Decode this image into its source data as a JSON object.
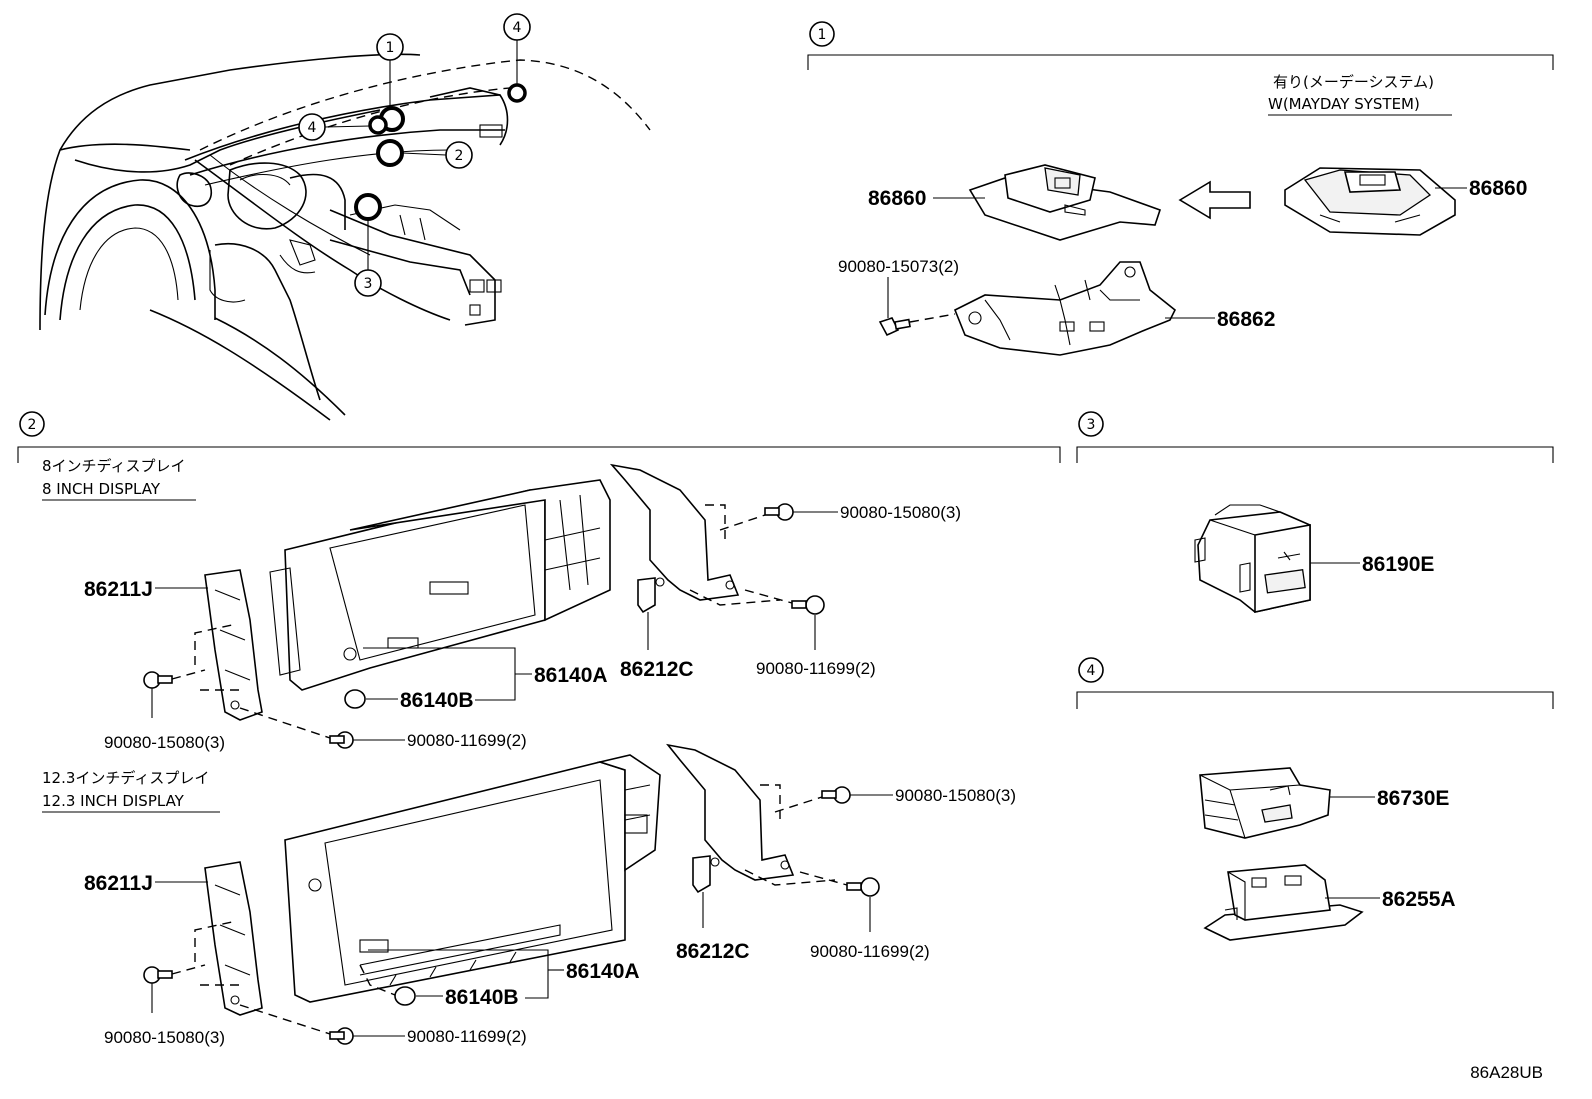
{
  "sections": {
    "s1": "1",
    "s2": "2",
    "s3": "3",
    "s4": "4"
  },
  "overview": {
    "callout_1": "1",
    "callout_2": "2",
    "callout_3": "3",
    "callout_4a": "4",
    "callout_4b": "4"
  },
  "section1": {
    "note_jp": "有り(メーデーシステム)",
    "note_en": "W(MAYDAY SYSTEM)",
    "parts": {
      "p86860_left": "86860",
      "p86860_right": "86860",
      "p90080_15073": "90080-15073(2)",
      "p86862": "86862"
    }
  },
  "section2": {
    "display8": {
      "title_jp": "8インチディスプレイ",
      "title_en": "8 INCH DISPLAY",
      "parts": {
        "p86211J": "86211J",
        "p90080_15080_left": "90080-15080(3)",
        "p90080_11699_bottom": "90080-11699(2)",
        "p86140B": "86140B",
        "p86140A": "86140A",
        "p86212C": "86212C",
        "p90080_11699_right": "90080-11699(2)",
        "p90080_15080_right": "90080-15080(3)"
      }
    },
    "display12": {
      "title_jp": "12.3インチディスプレイ",
      "title_en": "12.3 INCH DISPLAY",
      "parts": {
        "p86211J": "86211J",
        "p90080_15080_left": "90080-15080(3)",
        "p90080_11699_bottom": "90080-11699(2)",
        "p86140B": "86140B",
        "p86140A": "86140A",
        "p86212C": "86212C",
        "p90080_11699_right": "90080-11699(2)",
        "p90080_15080_right": "90080-15080(3)"
      }
    }
  },
  "section3": {
    "parts": {
      "p86190E": "86190E"
    }
  },
  "section4": {
    "parts": {
      "p86730E": "86730E",
      "p86255A": "86255A"
    }
  },
  "diagram_code": "86A28UB"
}
